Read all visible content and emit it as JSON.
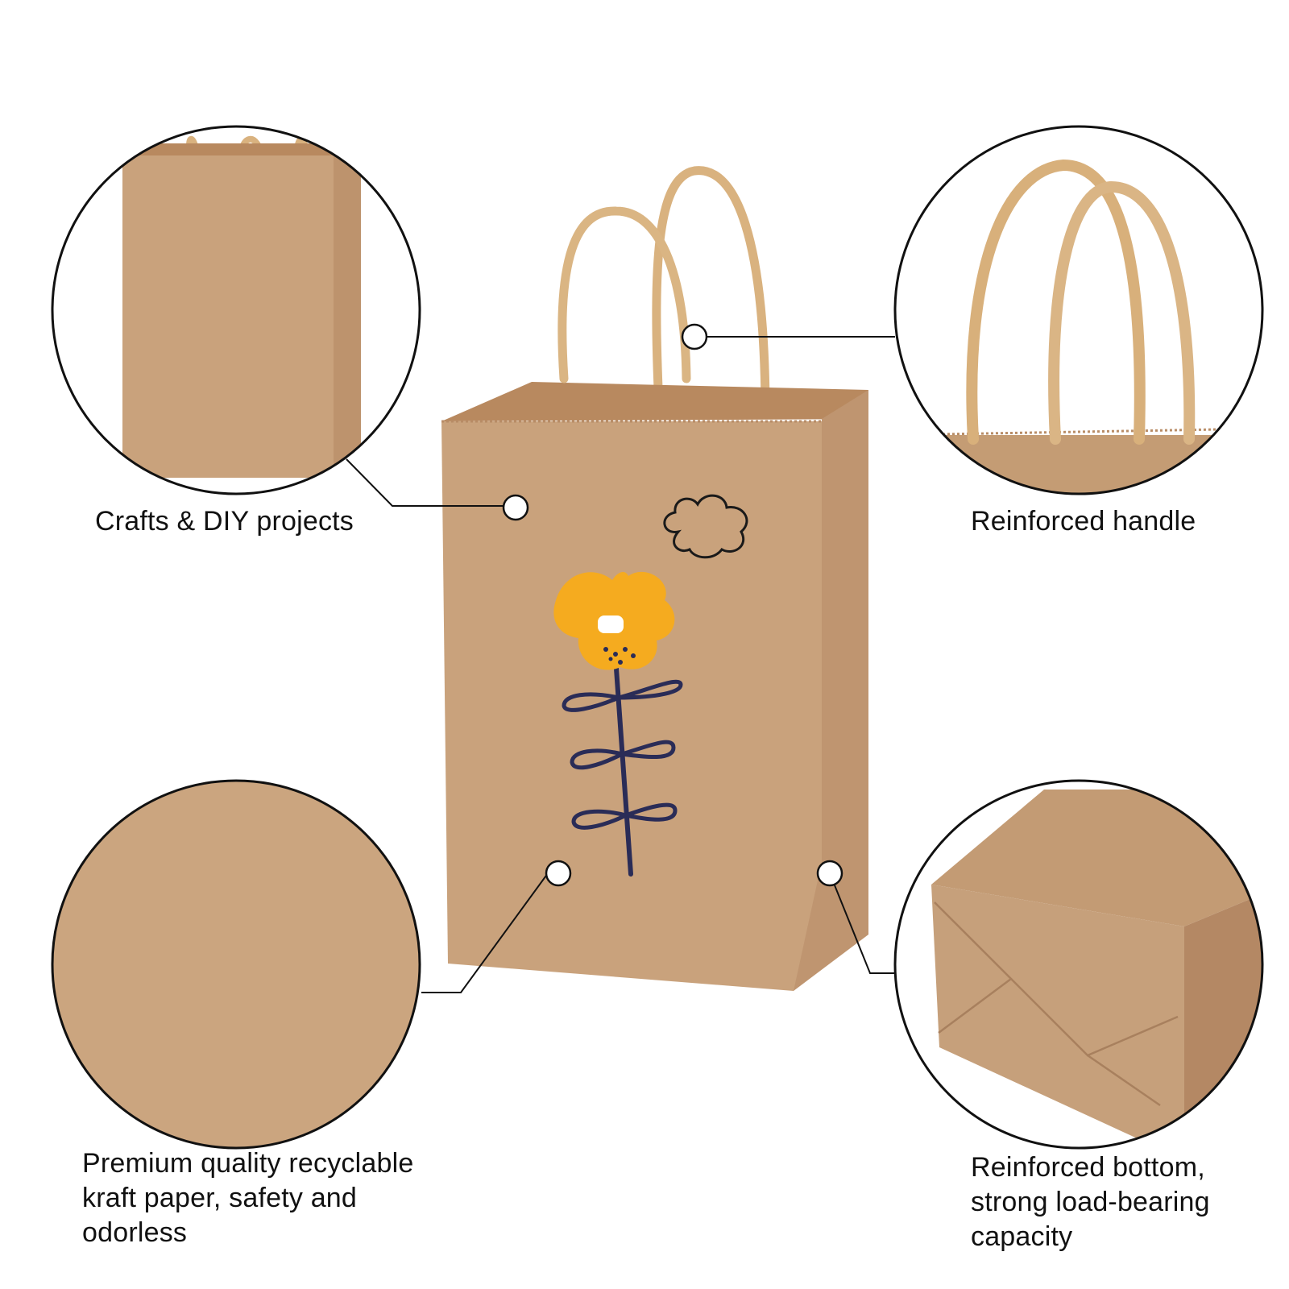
{
  "callouts": {
    "top_left": {
      "lines": [
        "Crafts & DIY projects"
      ]
    },
    "top_right": {
      "lines": [
        "Reinforced handle"
      ]
    },
    "bottom_left": {
      "lines": [
        "Premium quality recyclable",
        "kraft paper, safety and",
        "odorless"
      ]
    },
    "bottom_right": {
      "lines": [
        "Reinforced bottom,",
        "strong load-bearing",
        "capacity"
      ]
    }
  },
  "colors": {
    "kraft": "#caa07a",
    "kraft_dark": "#b88c66",
    "handle": "#d9b27f",
    "flower_petal": "#f5ab1f",
    "stem": "#2a2c57",
    "outline": "#111111"
  }
}
